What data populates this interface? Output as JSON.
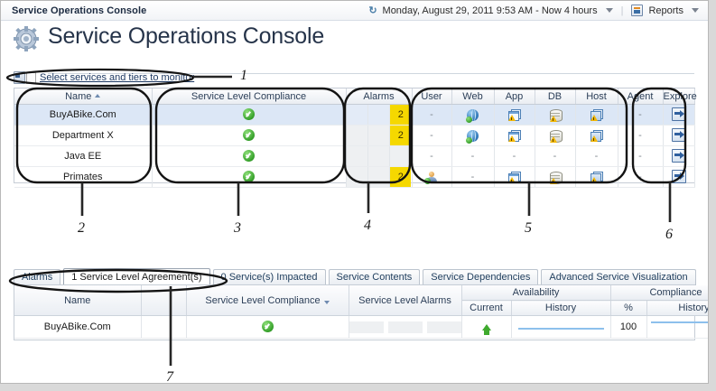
{
  "window": {
    "app_title": "Service Operations Console"
  },
  "topbar": {
    "clock_icon": "clock-icon",
    "time_range": "Monday, August 29, 2011 9:53 AM - Now 4 hours",
    "reports_label": "Reports"
  },
  "header": {
    "gear_icon": "gear-icon",
    "page_title": "Service Operations Console"
  },
  "select_line": {
    "icon": "select-services-icon",
    "label": "Select services and tiers to monitor"
  },
  "top_grid": {
    "columns": {
      "name": "Name",
      "slc": "Service Level Compliance",
      "alarms": "Alarms",
      "user": "User",
      "web": "Web",
      "app": "App",
      "db": "DB",
      "host": "Host",
      "agent": "Agent",
      "explore": "Explore"
    },
    "rows": [
      {
        "name": "BuyABike.Com",
        "selected": true,
        "compliance": "ok",
        "alarms": [
          "",
          "",
          "2"
        ],
        "tiers": {
          "user": "-",
          "web": "globe",
          "app": "app",
          "db": "db",
          "host": "host",
          "agent": "-"
        },
        "explore": "explore-icon"
      },
      {
        "name": "Department X",
        "selected": false,
        "compliance": "ok",
        "alarms": [
          "",
          "",
          "2"
        ],
        "tiers": {
          "user": "-",
          "web": "globe",
          "app": "app",
          "db": "db",
          "host": "host",
          "agent": "-"
        },
        "explore": "explore-icon"
      },
      {
        "name": "Java EE",
        "selected": false,
        "compliance": "ok",
        "alarms": [
          "",
          "",
          ""
        ],
        "tiers": {
          "user": "-",
          "web": "-",
          "app": "-",
          "db": "-",
          "host": "-",
          "agent": "-"
        },
        "explore": "explore-icon"
      },
      {
        "name": "Primates",
        "selected": false,
        "compliance": "ok",
        "alarms": [
          "",
          "",
          "2"
        ],
        "tiers": {
          "user": "user",
          "web": "-",
          "app": "app",
          "db": "db",
          "host": "host",
          "agent": "-"
        },
        "explore": "explore-icon"
      }
    ]
  },
  "bottom_panel": {
    "tabs": [
      {
        "label": "Alarms",
        "active": false
      },
      {
        "label": "1 Service Level Agreement(s)",
        "active": true
      },
      {
        "label": "0 Service(s) Impacted",
        "active": false
      },
      {
        "label": "Service Contents",
        "active": false
      },
      {
        "label": "Service Dependencies",
        "active": false
      },
      {
        "label": "Advanced Service Visualization",
        "active": false
      }
    ],
    "columns": {
      "name": "Name",
      "slc": "Service Level Compliance",
      "sla": "Service Level Alarms",
      "availability": "Availability",
      "availability_current": "Current",
      "availability_history": "History",
      "compliance": "Compliance",
      "compliance_pct": "%",
      "compliance_history": "History"
    },
    "rows": [
      {
        "name": "BuyABike.Com",
        "compliance": "ok",
        "sla_boxes": [
          "",
          "",
          ""
        ],
        "availability_current": "up",
        "availability_history": "sparkline",
        "compliance_pct": "100",
        "compliance_history": "sparkline"
      }
    ]
  },
  "callouts": [
    {
      "id": "1",
      "label": "1"
    },
    {
      "id": "2",
      "label": "2"
    },
    {
      "id": "3",
      "label": "3"
    },
    {
      "id": "4",
      "label": "4"
    },
    {
      "id": "5",
      "label": "5"
    },
    {
      "id": "6",
      "label": "6"
    },
    {
      "id": "7",
      "label": "7"
    }
  ]
}
